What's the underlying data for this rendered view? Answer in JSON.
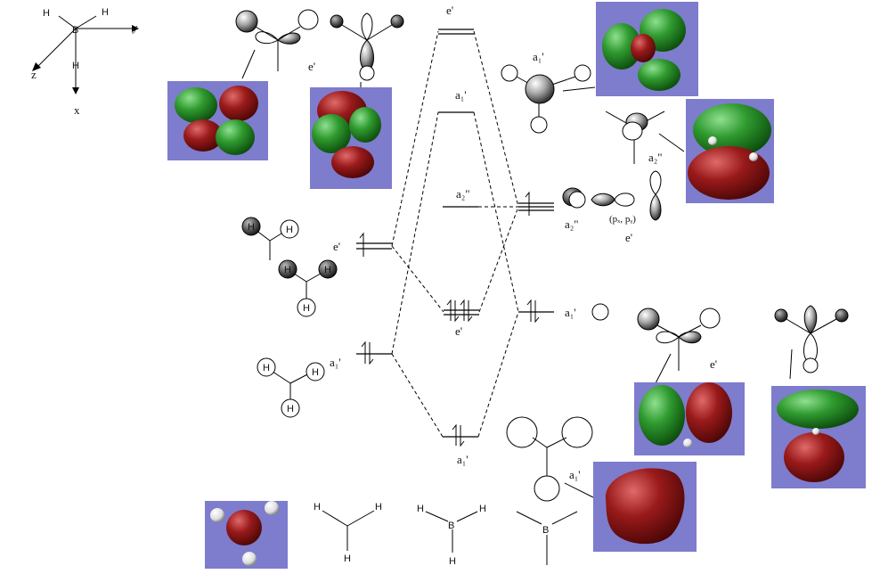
{
  "axes": {
    "H1": "H",
    "H2": "H",
    "B": "B",
    "H3": "H",
    "y": "y",
    "z": "z",
    "x": "x"
  },
  "mo_levels": {
    "e_prime_top": "e'",
    "a1_prime_upper": "a₁'",
    "a2_dprime": "a₂\"",
    "e_prime_mid": "e'",
    "a1_prime_bottom": "a₁'"
  },
  "left_fragment": {
    "e_prime": "e'",
    "a1_prime": "a₁'"
  },
  "right_fragment": {
    "a2_dprime": "a₂\"",
    "pxpy": "(pₓ, pᵧ)",
    "e_prime_p": "e'",
    "a1_prime_s": "a₁'"
  },
  "orbital_sketch_labels": {
    "e_prime_top_sketch": "e'",
    "a1_prime_top_sketch": "a₁'",
    "a2_dprime_sketch": "a₂\"",
    "e_prime_lower_sketch": "e'",
    "a1_prime_lower_sketch": "a₁'"
  },
  "bottom_structures": {
    "h3": {
      "H_top_left": "H",
      "H_top_right": "H",
      "H_bottom": "H"
    },
    "bh3": {
      "H_left": "H",
      "B": "B",
      "H_right": "H",
      "H_bottom": "H"
    },
    "b_only": {
      "B": "B"
    }
  },
  "colors": {
    "panel": "#7e7ccd",
    "lobe_green": "#1f7d1f",
    "lobe_red": "#8a1212"
  }
}
